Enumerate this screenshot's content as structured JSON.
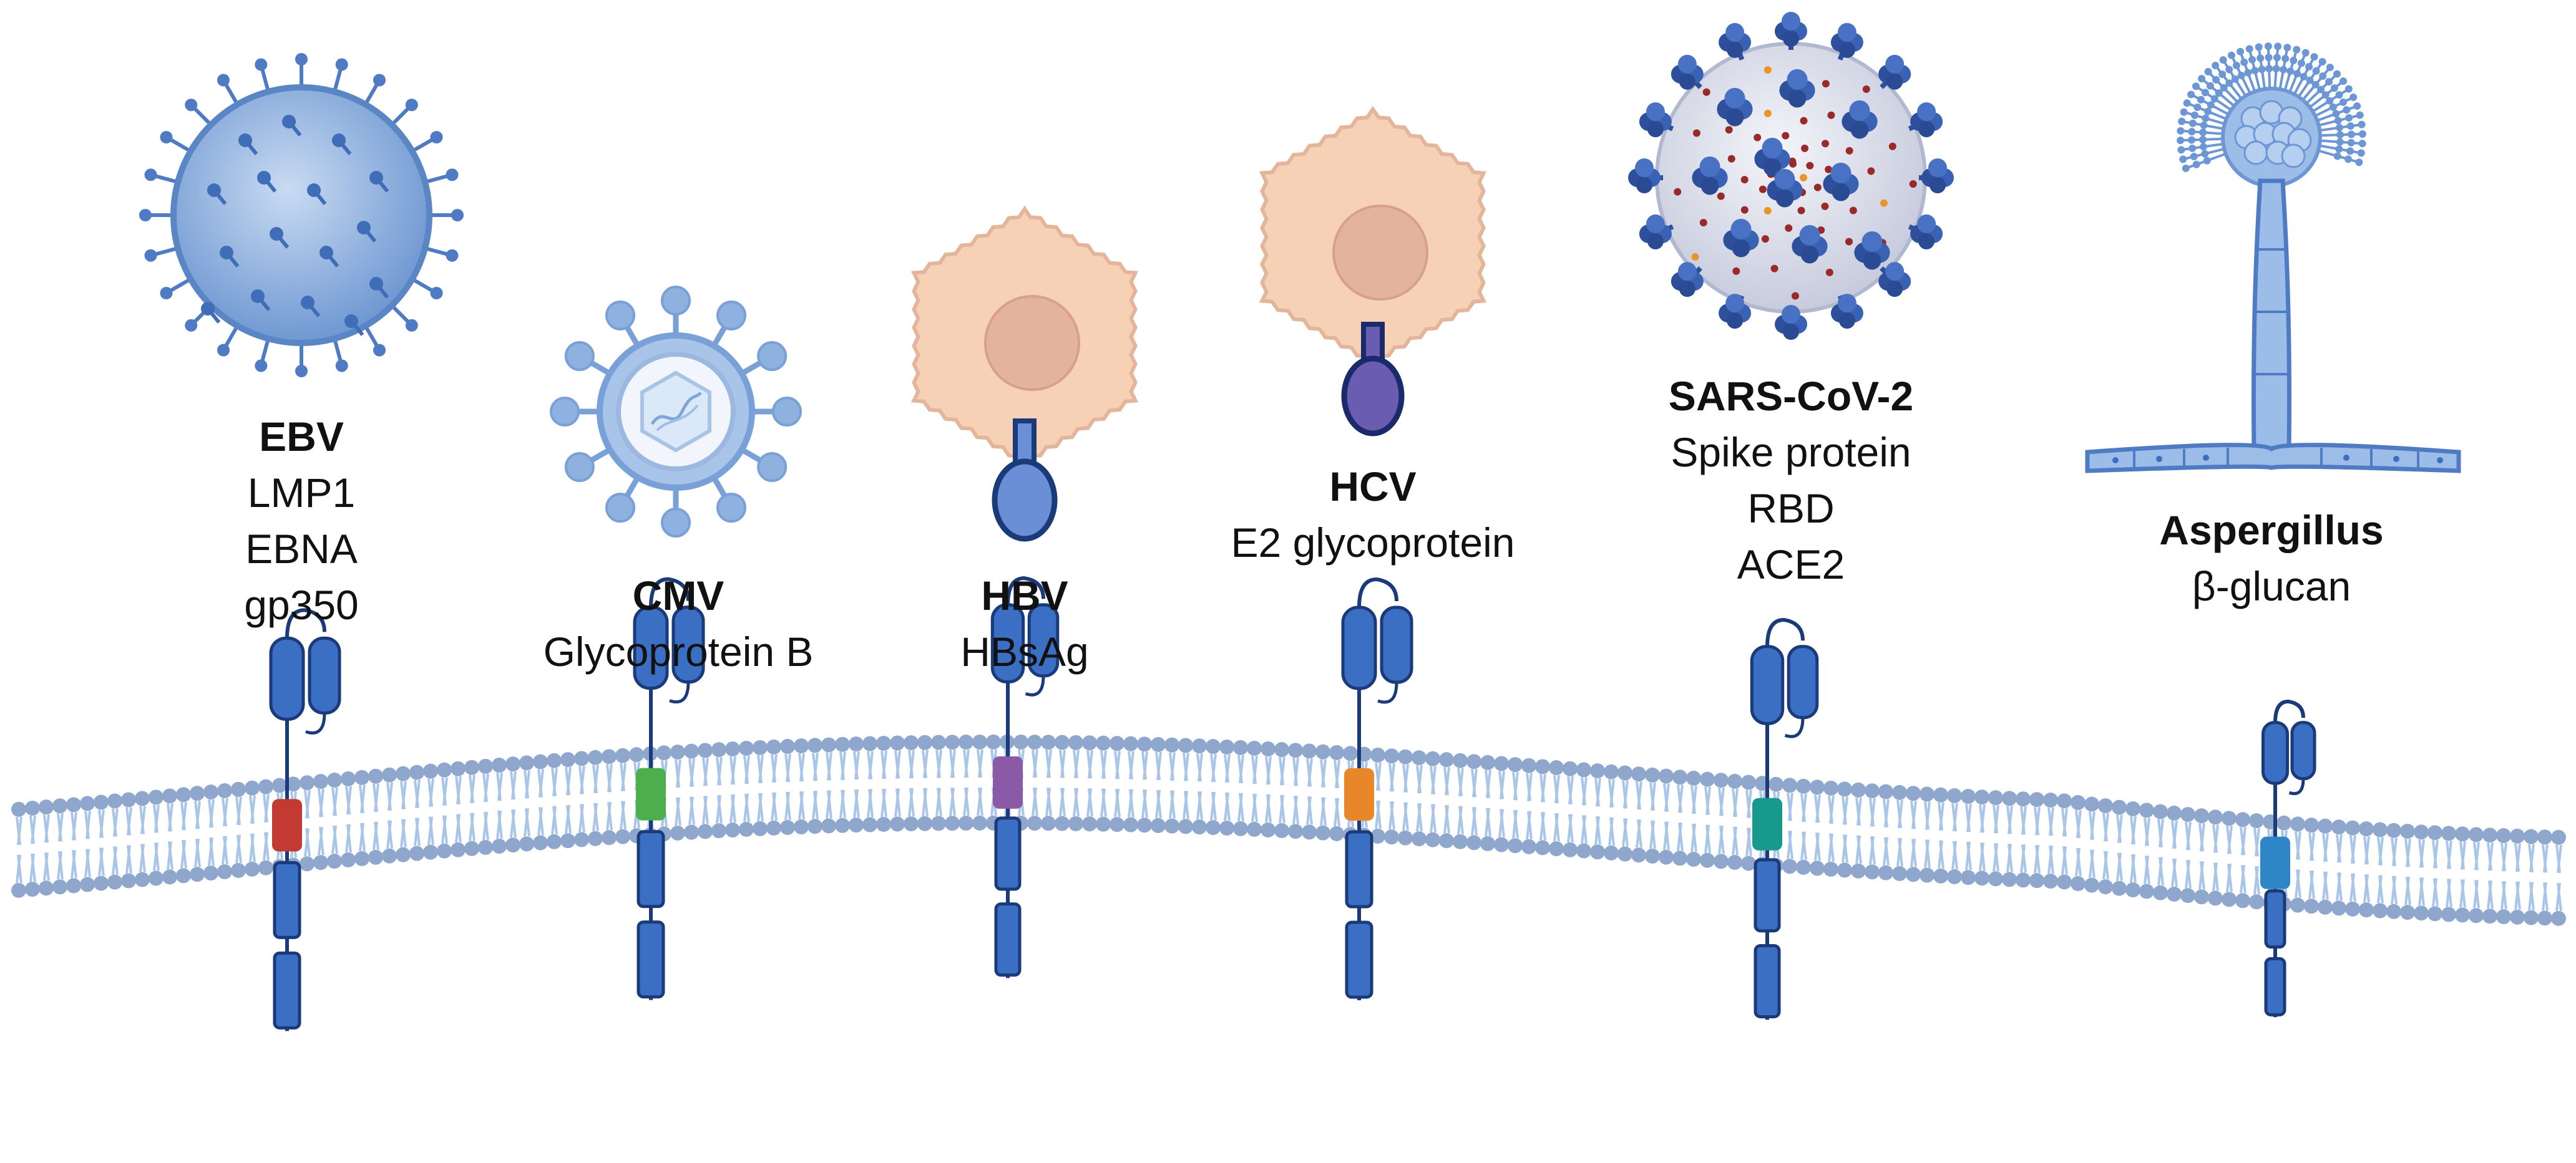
{
  "colors": {
    "membrane_head": "#8fa7cc",
    "membrane_tail": "#a9c6e8",
    "car_blue": "#3a6fc4",
    "car_outline": "#1a3a7a",
    "ebv_virus": "#5a86c6",
    "cell_fill": "#f6d1b6",
    "nucleus_fill": "#e3b39c",
    "sars_spike": "#2d4f9c",
    "aspergillus": "#6c96d4"
  },
  "pathogens": [
    {
      "id": "ebv",
      "title": "EBV",
      "lines": [
        "LMP1",
        "EBNA",
        "gp350"
      ],
      "icon": "ebv-virus-icon",
      "tm_color": "#c23a32"
    },
    {
      "id": "cmv",
      "title": "CMV",
      "lines": [
        "Glycoprotein B"
      ],
      "icon": "cmv-virus-icon",
      "tm_color": "#4caf4c"
    },
    {
      "id": "hbv",
      "title": "HBV",
      "lines": [
        "HBsAg"
      ],
      "icon": "hbv-infected-cell-icon",
      "tm_color": "#8a5aa6"
    },
    {
      "id": "hcv",
      "title": "HCV",
      "lines": [
        "E2 glycoprotein"
      ],
      "icon": "hcv-infected-cell-icon",
      "tm_color": "#e8862a"
    },
    {
      "id": "sars",
      "title": "SARS-CoV-2",
      "lines": [
        "Spike protein",
        "RBD",
        "ACE2"
      ],
      "icon": "sars-cov-2-virus-icon",
      "tm_color": "#17998c"
    },
    {
      "id": "asp",
      "title": "Aspergillus",
      "lines": [
        "β-glucan"
      ],
      "icon": "aspergillus-fungus-icon",
      "tm_color": "#2f86c6"
    }
  ]
}
